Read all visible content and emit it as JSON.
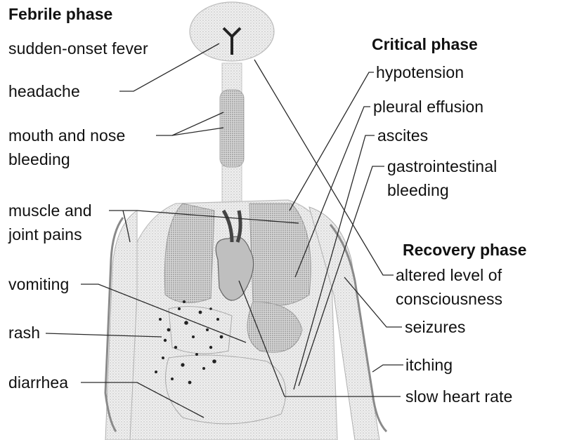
{
  "phases": {
    "febrile": "Febrile phase",
    "critical": "Critical phase",
    "recovery": "Recovery phase"
  },
  "febrile_symptoms": {
    "fever": "sudden-onset fever",
    "headache": "headache",
    "bleeding_line1": "mouth and nose",
    "bleeding_line2": "bleeding",
    "muscle_line1": "muscle and",
    "muscle_line2": "joint pains",
    "vomiting": "vomiting",
    "rash": "rash",
    "diarrhea": "diarrhea"
  },
  "critical_symptoms": {
    "hypotension": "hypotension",
    "pleural": "pleural effusion",
    "ascites": "ascites",
    "gi_line1": "gastrointestinal",
    "gi_line2": "bleeding"
  },
  "recovery_symptoms": {
    "altered_line1": "altered level of",
    "altered_line2": "consciousness",
    "seizures": "seizures",
    "itching": "itching",
    "slow_heart": "slow heart rate"
  },
  "colors": {
    "leader_line": "#2a2a2a",
    "anatomy_fill": "#d9d9d9",
    "anatomy_stroke": "#9a9a9a",
    "rash_dots": "#222222"
  }
}
